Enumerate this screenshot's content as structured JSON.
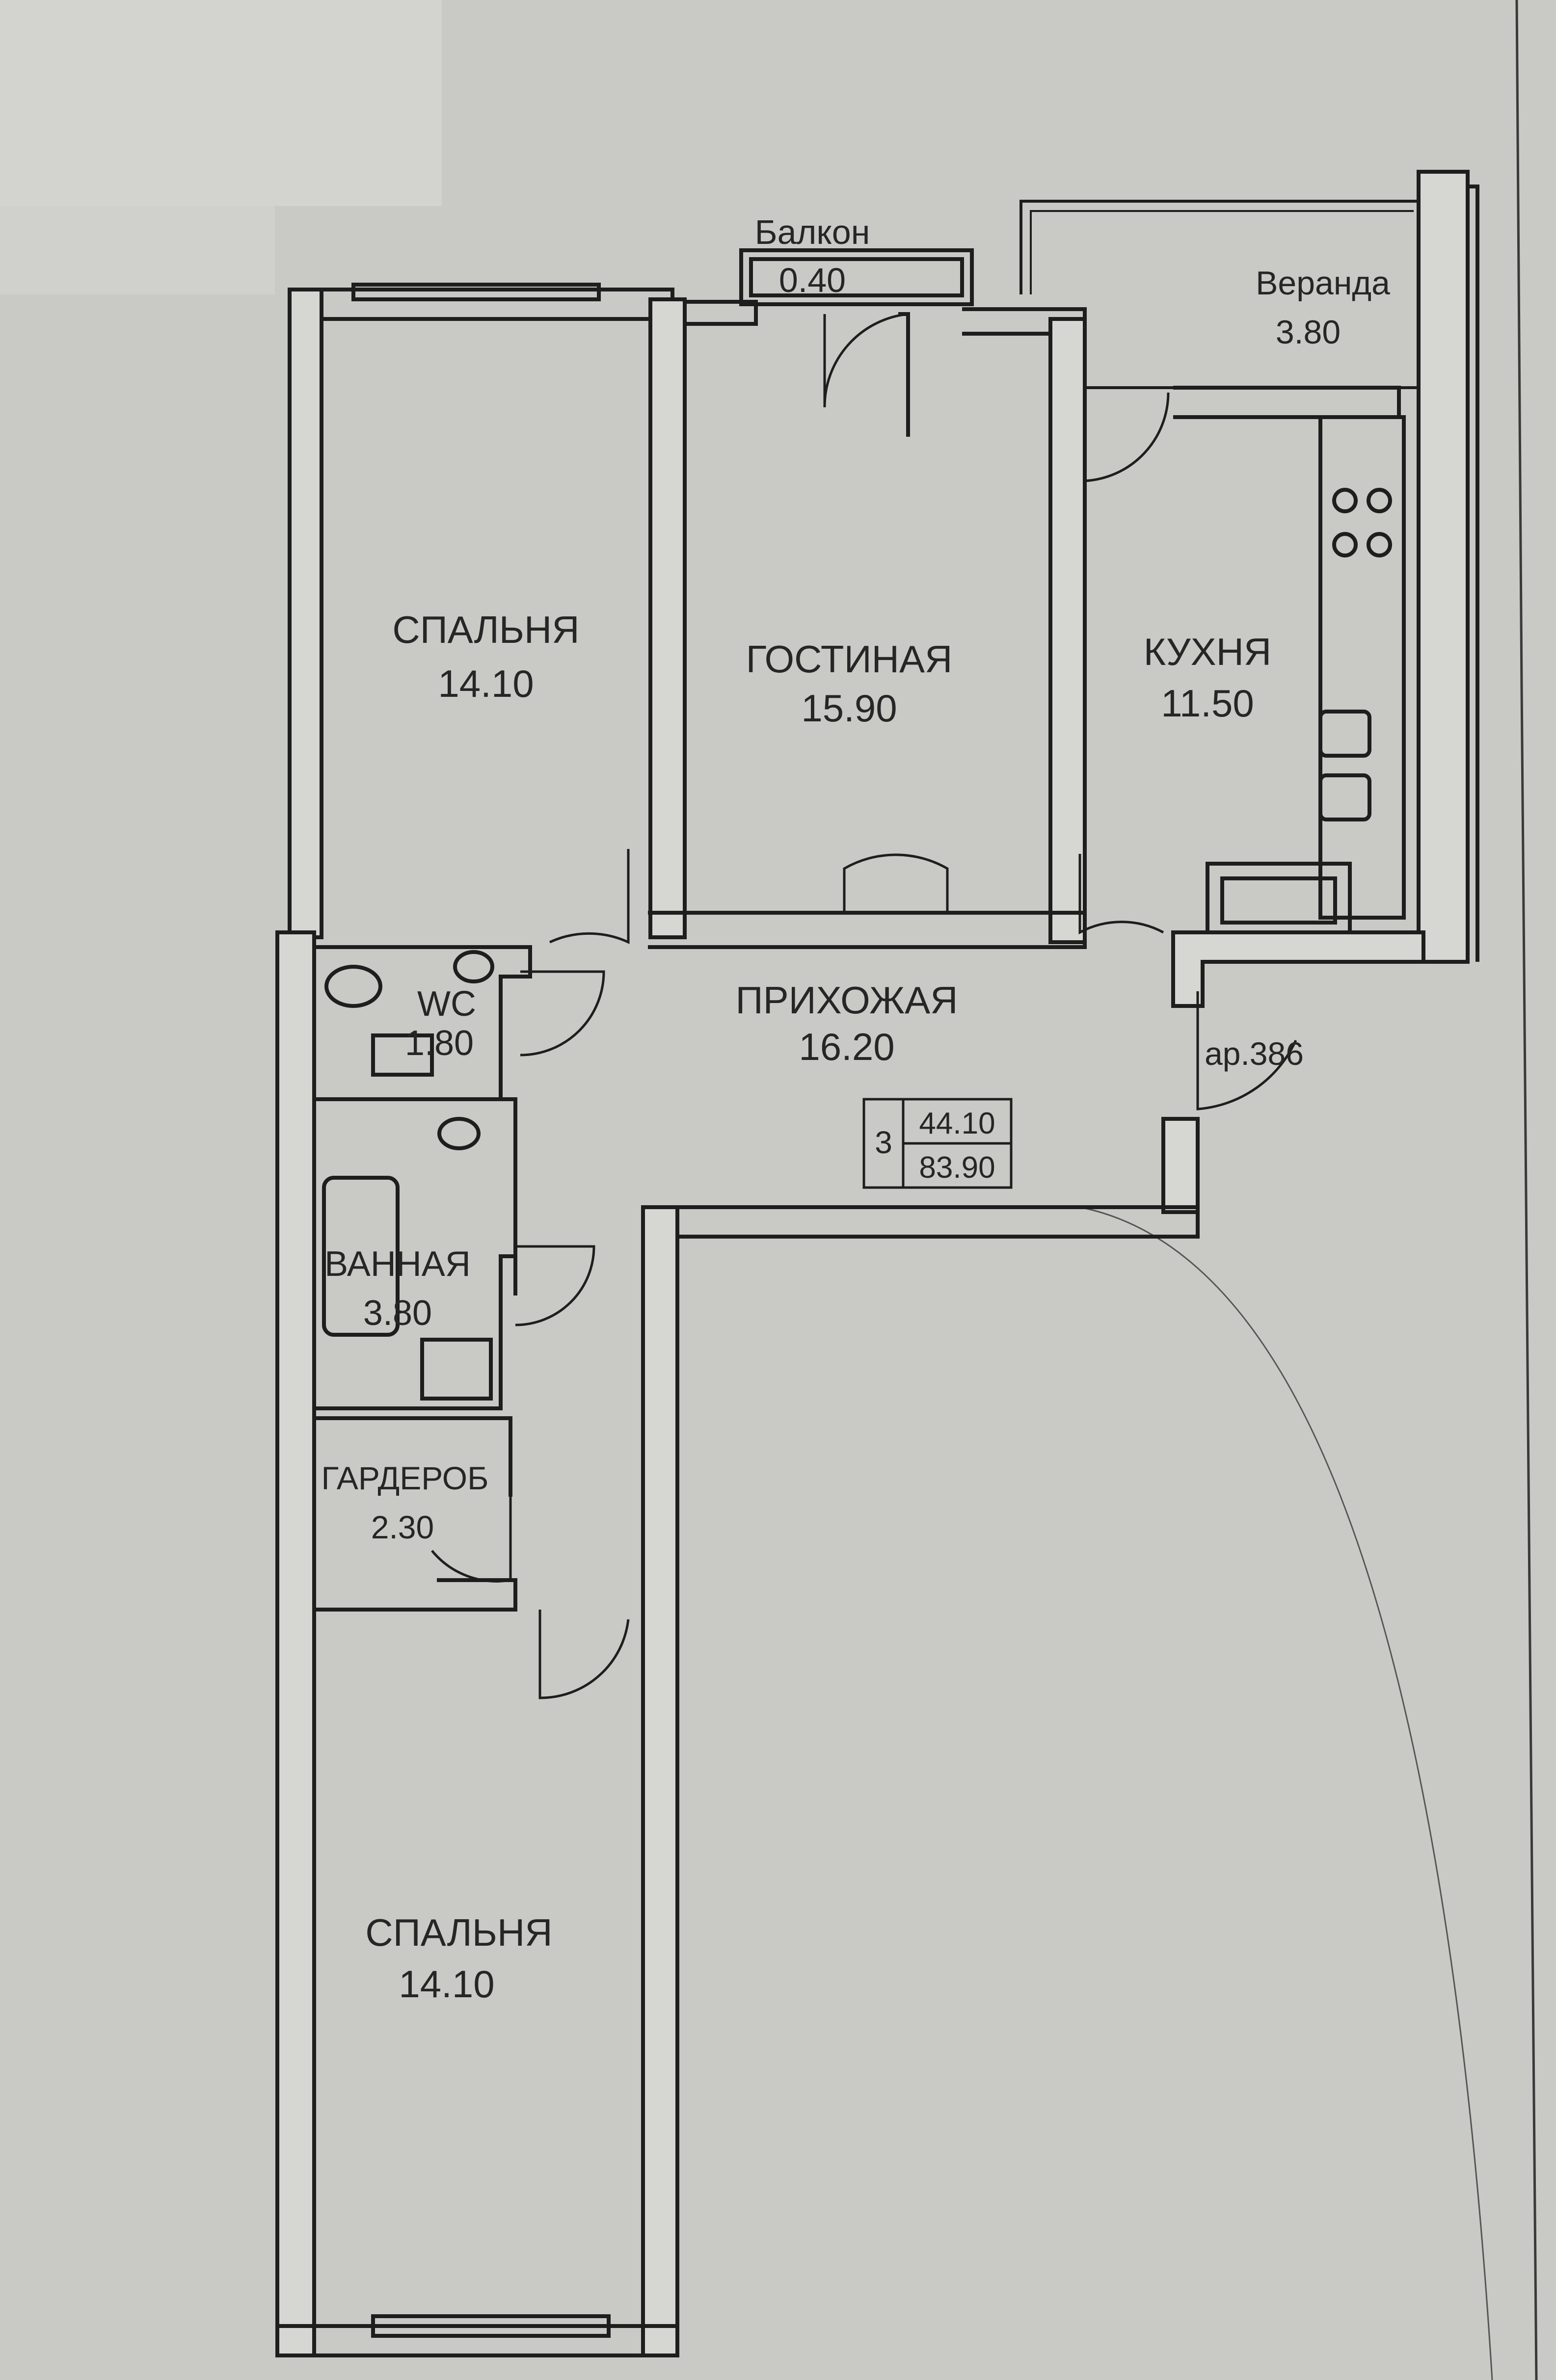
{
  "rooms": {
    "bedroom_top": {
      "name": "СПАЛЬНЯ",
      "area": "14.10"
    },
    "living": {
      "name": "ГОСТИНАЯ",
      "area": "15.90"
    },
    "kitchen": {
      "name": "КУХНЯ",
      "area": "11.50"
    },
    "balcony": {
      "name": "Балкон",
      "area": "0.40"
    },
    "veranda": {
      "name": "Веранда",
      "area": "3.80"
    },
    "wc": {
      "name": "WC",
      "area": "1.80"
    },
    "hall": {
      "name": "ПРИХОЖАЯ",
      "area": "16.20"
    },
    "bathroom": {
      "name": "ВАННАЯ",
      "area": "3.80"
    },
    "wardrobe": {
      "name": "ГАРДЕРОБ",
      "area": "2.30"
    },
    "bedroom_bottom": {
      "name": "СПАЛЬНЯ",
      "area": "14.10"
    }
  },
  "apartment": {
    "rooms_count": "3",
    "living_area": "44.10",
    "total_area": "83.90",
    "number": "ар.386"
  },
  "colors": {
    "paper": "#c9cac5",
    "paper_light": "#d3d4cf",
    "wall": "#1e1e1e",
    "wall_fill": "#d6d7d2"
  }
}
